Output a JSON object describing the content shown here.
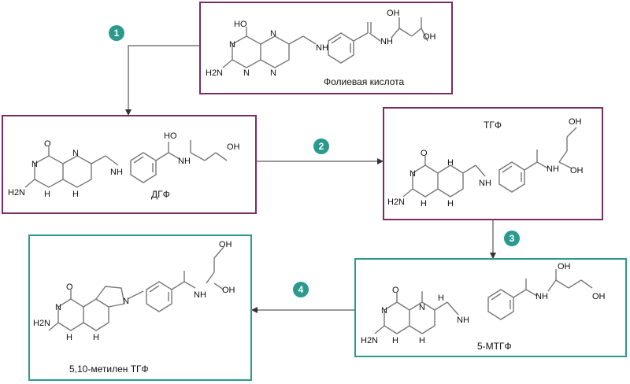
{
  "steps": [
    "1",
    "2",
    "3",
    "4"
  ],
  "compounds": {
    "folic_acid": "Фолиевая кислота",
    "dhf": "ДГФ",
    "thf": "ТГФ",
    "mthf": "5-МТГФ",
    "methylene_thf": "5,10-метилен ТГФ"
  },
  "atoms": {
    "oh": "OH",
    "ho": "HO",
    "o": "O",
    "n": "N",
    "nh": "NH",
    "h": "H",
    "h2n": "H2N"
  },
  "colors": {
    "purple": "#7b2d62",
    "teal": "#2b9a8e"
  }
}
